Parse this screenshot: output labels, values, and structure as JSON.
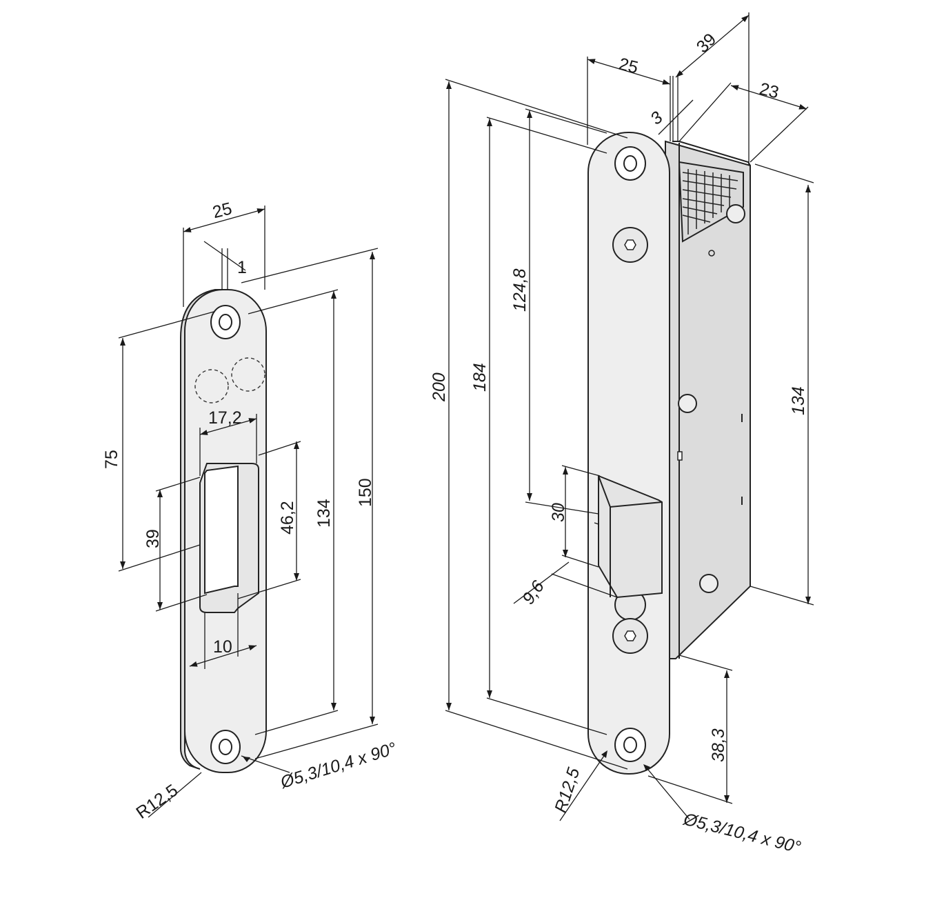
{
  "strike_plate": {
    "dims": {
      "width": "25",
      "offset": "1",
      "opening_width": "17,2",
      "height_75": "75",
      "height_39": "39",
      "height_46_2": "46,2",
      "height_134": "134",
      "height_150": "150",
      "opening_10": "10",
      "radius": "R12,5",
      "hole": "Ø5,3/10,4 x 90°"
    }
  },
  "lock": {
    "dims": {
      "width_25": "25",
      "depth_39": "39",
      "depth_23": "23",
      "offset_3": "3",
      "height_200": "200",
      "height_184": "184",
      "height_124_8": "124,8",
      "height_134": "134",
      "latch_30": "30",
      "latch_9_6": "9,6",
      "height_38_3": "38,3",
      "radius": "R12,5",
      "hole": "Ø5,3/10,4 x 90°"
    }
  }
}
